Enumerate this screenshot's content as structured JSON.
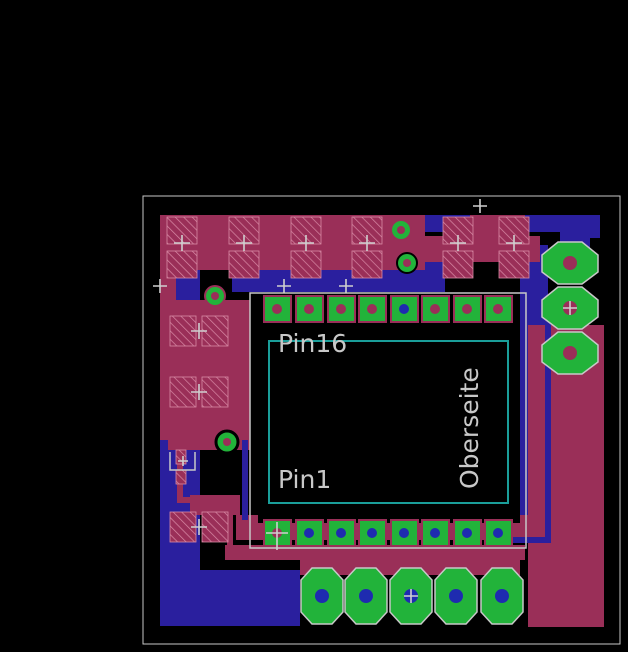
{
  "labels": {
    "pin16": "Pin16",
    "pin1": "Pin1",
    "side": "Oberseite"
  },
  "colors": {
    "background": "#000000",
    "bottom_copper": "#2a1f9e",
    "top_copper": "#9a2f58",
    "pad_green": "#22b33a",
    "via_hole": "#1e2bb0",
    "outline": "#c8c8c8",
    "silk_teal": "#1a9e9a",
    "drill_mark": "#cfcfcf"
  },
  "layers": [
    "top-copper",
    "bottom-copper",
    "pads",
    "silkscreen",
    "board-outline"
  ]
}
